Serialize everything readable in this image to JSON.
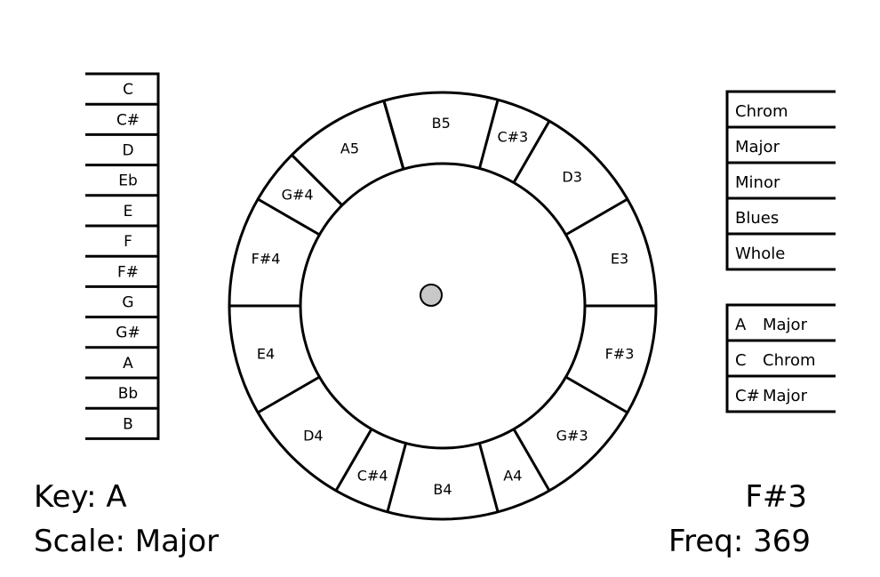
{
  "notes": [
    "C",
    "C#",
    "D",
    "Eb",
    "E",
    "F",
    "F#",
    "G",
    "G#",
    "A",
    "Bb",
    "B"
  ],
  "scale_types": [
    "Chrom",
    "Major",
    "Minor",
    "Blues",
    "Whole"
  ],
  "presets": [
    {
      "note": "A",
      "scale": "Major"
    },
    {
      "note": "C",
      "scale": "Chrom"
    },
    {
      "note": "C#",
      "scale": "Major"
    }
  ],
  "ring_segments": [
    {
      "label": "B5"
    },
    {
      "label": "C#3"
    },
    {
      "label": "D3"
    },
    {
      "label": "E3"
    },
    {
      "label": "F#3"
    },
    {
      "label": "G#3"
    },
    {
      "label": "A4"
    },
    {
      "label": "B4"
    },
    {
      "label": "C#4"
    },
    {
      "label": "D4"
    },
    {
      "label": "E4"
    },
    {
      "label": "F#4"
    },
    {
      "label": "G#4"
    },
    {
      "label": "A5"
    }
  ],
  "status": {
    "key_label": "Key: A",
    "scale_label": "Scale: Major",
    "current_note": "F#3",
    "freq_label": "Freq: 369"
  },
  "colors": {
    "stroke": "#000000",
    "center_dot": "#c8c8c8"
  }
}
